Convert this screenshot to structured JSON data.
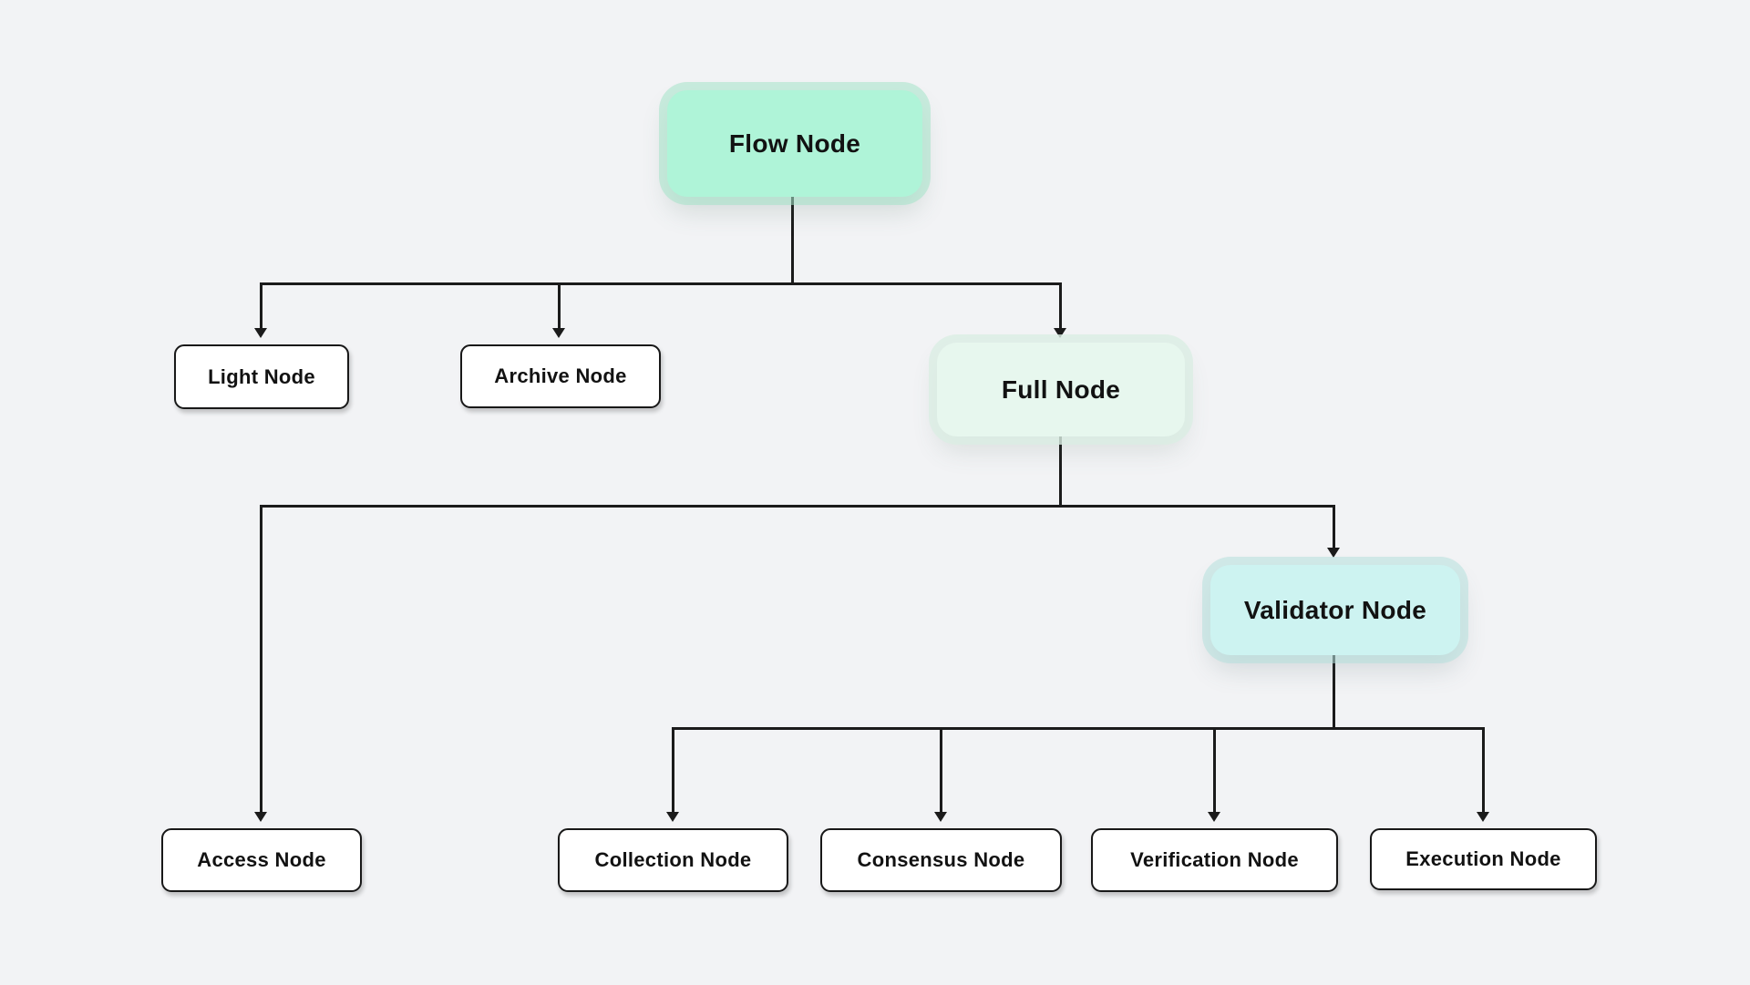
{
  "page": {
    "background_color": "#F2F3F5",
    "text_color": "#121212",
    "line_color": "#1B1B1B",
    "plain_node_border_color": "#181818",
    "plain_node_fill": "#FFFFFF"
  },
  "diagram": {
    "type": "tree",
    "nodes": {
      "flow": {
        "label": "Flow Node",
        "fill": "#AFF4D8",
        "style": "tinted"
      },
      "light": {
        "label": "Light Node",
        "fill": "#FFFFFF",
        "style": "plain"
      },
      "archive": {
        "label": "Archive Node",
        "fill": "#FFFFFF",
        "style": "plain"
      },
      "full": {
        "label": "Full Node",
        "fill": "#E7F7EE",
        "style": "tinted"
      },
      "validator": {
        "label": "Validator Node",
        "fill": "#CDF3F1",
        "style": "tinted"
      },
      "access": {
        "label": "Access Node",
        "fill": "#FFFFFF",
        "style": "plain"
      },
      "collection": {
        "label": "Collection Node",
        "fill": "#FFFFFF",
        "style": "plain"
      },
      "consensus": {
        "label": "Consensus Node",
        "fill": "#FFFFFF",
        "style": "plain"
      },
      "verification": {
        "label": "Verification Node",
        "fill": "#FFFFFF",
        "style": "plain"
      },
      "execution": {
        "label": "Execution Node",
        "fill": "#FFFFFF",
        "style": "plain"
      }
    },
    "edges": [
      {
        "from": "flow",
        "to": "light"
      },
      {
        "from": "flow",
        "to": "archive"
      },
      {
        "from": "flow",
        "to": "full"
      },
      {
        "from": "full",
        "to": "access"
      },
      {
        "from": "full",
        "to": "validator"
      },
      {
        "from": "validator",
        "to": "collection"
      },
      {
        "from": "validator",
        "to": "consensus"
      },
      {
        "from": "validator",
        "to": "verification"
      },
      {
        "from": "validator",
        "to": "execution"
      }
    ]
  }
}
